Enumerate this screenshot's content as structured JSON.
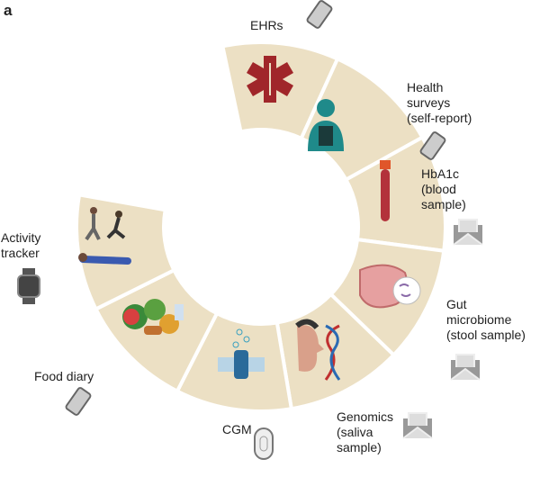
{
  "panel_label": "a",
  "colors": {
    "segment": "#ece0c4",
    "gap": "#ffffff",
    "device": "#9a9a9a"
  },
  "sources": [
    {
      "label": "EHRs",
      "icon": "medical-star-icon",
      "device": "phone-icon"
    },
    {
      "label": "Health\nsurveys\n(self-report)",
      "icon": "person-tablet-icon",
      "device": "phone-icon"
    },
    {
      "label": "HbA1c\n(blood\nsample)",
      "icon": "blood-tube-icon",
      "device": "mail-envelope-icon"
    },
    {
      "label": "Gut\nmicrobiome\n(stool sample)",
      "icon": "intestine-icon",
      "device": "mail-envelope-icon"
    },
    {
      "label": "Genomics\n(saliva\nsample)",
      "icon": "face-dna-icon",
      "device": "mail-envelope-icon"
    },
    {
      "label": "CGM",
      "icon": "glucose-channel-icon",
      "device": "cgm-sensor-icon"
    },
    {
      "label": "Food diary",
      "icon": "food-icon",
      "device": "phone-icon"
    },
    {
      "label": "Activity\ntracker",
      "icon": "runners-icon",
      "device": "smartwatch-icon"
    }
  ]
}
